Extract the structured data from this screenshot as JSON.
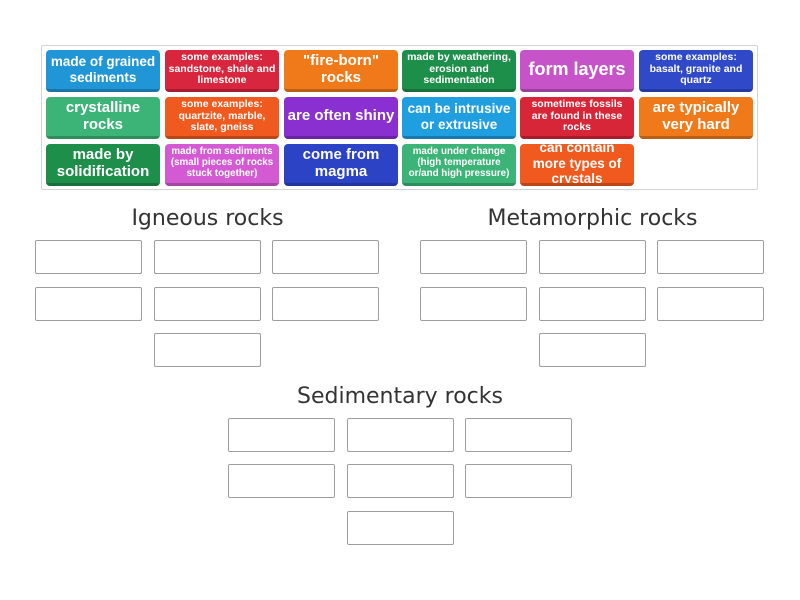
{
  "tiles": [
    {
      "text": "made of grained sediments",
      "color": "#2196d6"
    },
    {
      "text": "some examples: sandstone, shale and limestone",
      "color": "#d7263d"
    },
    {
      "text": "\"fire-born\" rocks",
      "color": "#f07a1a"
    },
    {
      "text": "made by weathering, erosion and sedimentation",
      "color": "#1e8f4a"
    },
    {
      "text": "form layers",
      "color": "#c654c8"
    },
    {
      "text": "some examples: basalt, granite and quartz",
      "color": "#2f49c9"
    },
    {
      "text": "crystalline rocks",
      "color": "#3cb478"
    },
    {
      "text": "some examples: quartzite, marble, slate, gneiss",
      "color": "#f05a1e"
    },
    {
      "text": "are often shiny",
      "color": "#8a2fd0"
    },
    {
      "text": "can be intrusive or extrusive",
      "color": "#1f9ee0"
    },
    {
      "text": "sometimes fossils are found in these rocks",
      "color": "#d72638"
    },
    {
      "text": "are typically very hard",
      "color": "#f07a1a"
    },
    {
      "text": "made by solidification",
      "color": "#1e8f4a"
    },
    {
      "text": "made from sediments (small pieces of rocks stuck together)",
      "color": "#d45ad4"
    },
    {
      "text": "come from magma",
      "color": "#2b43c4"
    },
    {
      "text": "made under change (high temperature or/and high pressure)",
      "color": "#3cb478"
    },
    {
      "text": "can contain more types of crystals",
      "color": "#f05a1e"
    }
  ],
  "groups": {
    "igneous": {
      "title": "Igneous rocks"
    },
    "metamorphic": {
      "title": "Metamorphic rocks"
    },
    "sedimentary": {
      "title": "Sedimentary rocks"
    }
  }
}
